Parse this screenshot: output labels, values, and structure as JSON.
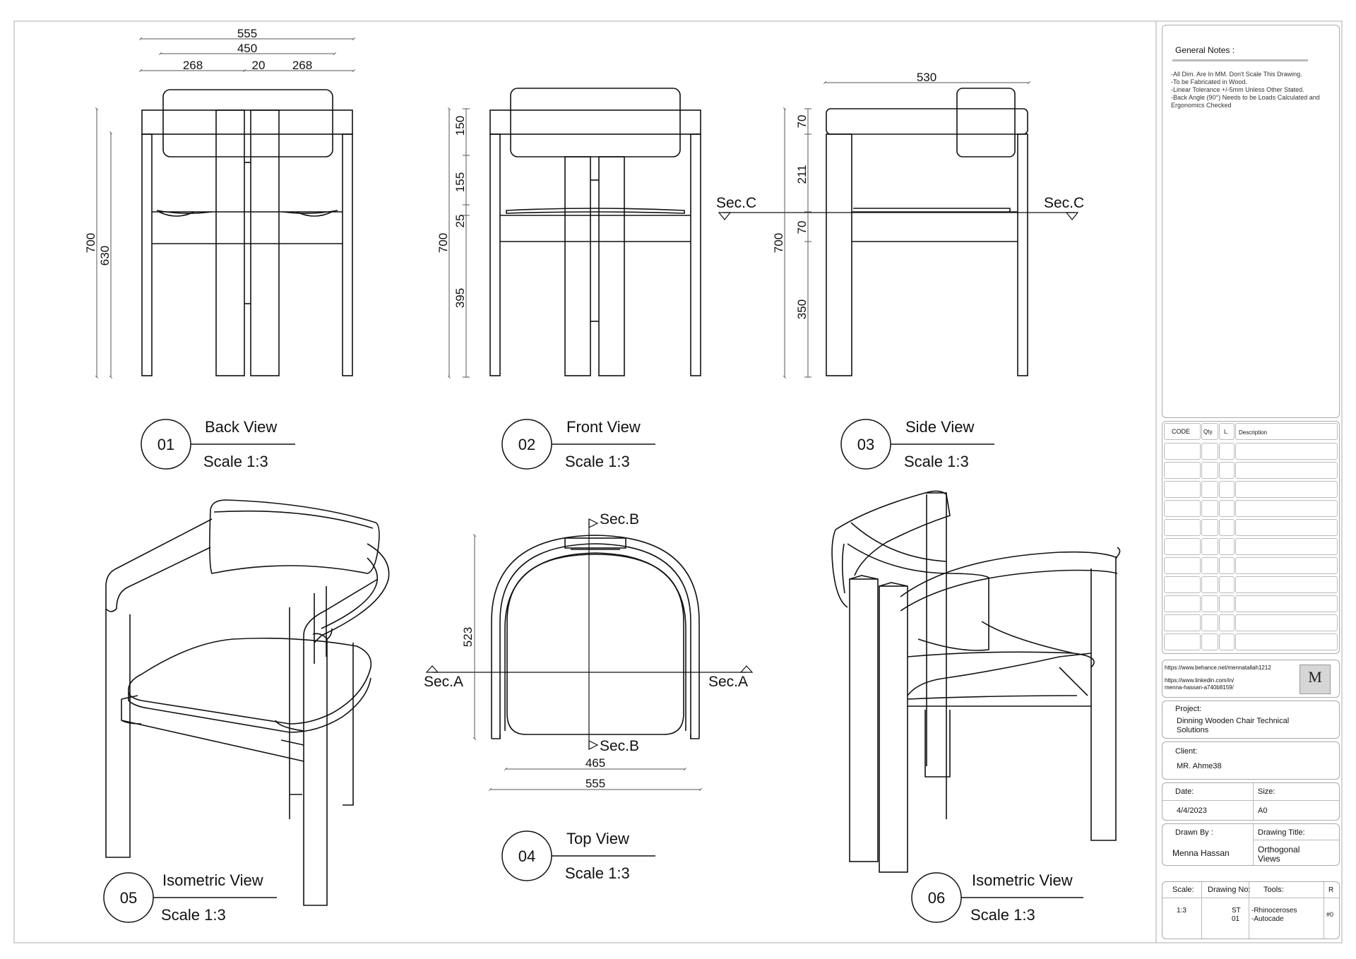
{
  "views": [
    {
      "number": "01",
      "title": "Back View",
      "scale": "Scale 1:3"
    },
    {
      "number": "02",
      "title": "Front View",
      "scale": "Scale 1:3"
    },
    {
      "number": "03",
      "title": "Side View",
      "scale": "Scale 1:3"
    },
    {
      "number": "04",
      "title": "Top View",
      "scale": "Scale 1:3"
    },
    {
      "number": "05",
      "title": "Isometric View",
      "scale": "Scale 1:3"
    },
    {
      "number": "06",
      "title": "Isometric View",
      "scale": "Scale 1:3"
    }
  ],
  "dimensions": {
    "back": {
      "overall_width": "555",
      "inner_width": "450",
      "left_part": "268",
      "gap": "20",
      "right_part": "268",
      "height": "700",
      "height_inner": "630"
    },
    "front": {
      "height": "700",
      "backrest": "150",
      "mid": "155",
      "seat": "25",
      "legs": "395"
    },
    "side": {
      "depth": "530",
      "height": "700",
      "top": "70",
      "mid": "211",
      "seat": "70",
      "legs": "350"
    },
    "top": {
      "depth": "523",
      "inner_width": "465",
      "overall_width": "555"
    }
  },
  "sections": {
    "sec_a": "Sec.A",
    "sec_b": "Sec.B",
    "sec_c": "Sec.C"
  },
  "title_block": {
    "general_notes_title": "General Notes :",
    "notes": [
      "-All Dim. Are In MM. Don't Scale This Drawing.",
      "-To be Fabricated in Wood.",
      "-Linear Tolerance +/-5mm Unless Other Stated.",
      "-Back Angle (90°) Needs to be Loads Calculated and Ergonomics Checked"
    ],
    "bom_headers": [
      "CODE",
      "Qty.",
      "L.",
      "Description"
    ],
    "links": [
      "https://www.behance.net/mennatallah1212",
      "https://www.linkedin.com/in/",
      "menna-hassan-a740b8159/"
    ],
    "logo_letter": "M",
    "project_label": "Project:",
    "project": "Dinning Wooden Chair Technical Solutions",
    "client_label": "Client:",
    "client": "MR. Ahme38",
    "date_label": "Date:",
    "date": "4/4/2023",
    "size_label": "Size:",
    "size": "A0",
    "drawn_by_label": "Drawn By :",
    "drawn_by": "Menna Hassan",
    "drawing_title_label": "Drawing Title:",
    "drawing_title": "Orthogonal Views",
    "scale_label": "Scale:",
    "scale": "1:3",
    "drawing_no_label": "Drawing No:",
    "drawing_no_1": "ST",
    "drawing_no_2": "01",
    "tools_label": "Tools:",
    "tools_1": "-Rhinoceroses",
    "tools_2": "-Autocade",
    "rev_label": "R",
    "rev": "#0"
  },
  "colors": {
    "line": "#111111",
    "dim_line": "#555555",
    "wood": "#d9b88a",
    "upholstery": "#ece8e1"
  }
}
